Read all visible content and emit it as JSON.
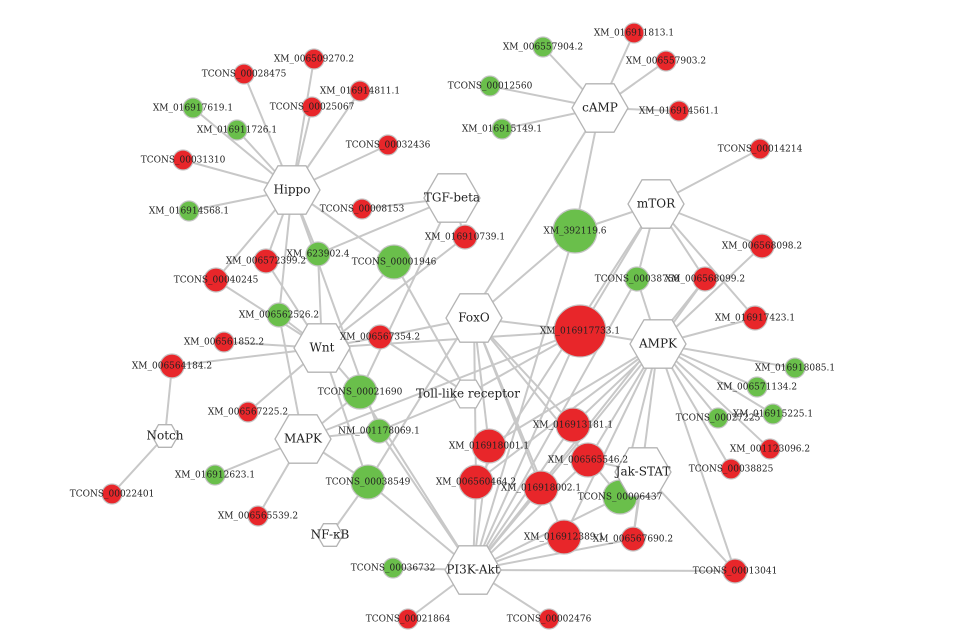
{
  "colors": {
    "up": "#e8262a",
    "down": "#6abf4b",
    "edge": "#c8c8c8",
    "pathway_border": "#b4b4b4"
  },
  "pathways": [
    {
      "id": "hippo",
      "label": "Hippo"
    },
    {
      "id": "camp",
      "label": "cAMP"
    },
    {
      "id": "mtor",
      "label": "mTOR"
    },
    {
      "id": "tgfb",
      "label": "TGF-beta"
    },
    {
      "id": "wnt",
      "label": "Wnt"
    },
    {
      "id": "foxo",
      "label": "FoxO"
    },
    {
      "id": "ampk",
      "label": "AMPK"
    },
    {
      "id": "tlr",
      "label": "Toll-like receptor"
    },
    {
      "id": "notch",
      "label": "Notch"
    },
    {
      "id": "mapk",
      "label": "MAPK"
    },
    {
      "id": "jakstat",
      "label": "Jak-STAT"
    },
    {
      "id": "nfkb",
      "label": "NF-κB"
    },
    {
      "id": "pi3k",
      "label": "PI3K-Akt"
    }
  ],
  "genes": [
    {
      "id": "g1",
      "label": "XM_006509270.2",
      "color": "red",
      "degree": 1
    },
    {
      "id": "g2",
      "label": "TCONS_00028475",
      "color": "red",
      "degree": 1
    },
    {
      "id": "g3",
      "label": "XM_016914811.1",
      "color": "red",
      "degree": 1
    },
    {
      "id": "g4",
      "label": "XM_016917619.1",
      "color": "green",
      "degree": 1
    },
    {
      "id": "g5",
      "label": "TCONS_00025067",
      "color": "red",
      "degree": 1
    },
    {
      "id": "g6",
      "label": "XM_016911726.1",
      "color": "green",
      "degree": 1
    },
    {
      "id": "g7",
      "label": "TCONS_00032436",
      "color": "red",
      "degree": 1
    },
    {
      "id": "g8",
      "label": "TCONS_00031310",
      "color": "red",
      "degree": 1
    },
    {
      "id": "g9",
      "label": "XM_016914568.1",
      "color": "green",
      "degree": 1
    },
    {
      "id": "g10",
      "label": "TCONS_00008153",
      "color": "red",
      "degree": 1
    },
    {
      "id": "g11",
      "label": "XM_016910739.1",
      "color": "red",
      "degree": 2
    },
    {
      "id": "g12",
      "label": "XM_006572399.2",
      "color": "red",
      "degree": 2
    },
    {
      "id": "g13",
      "label": "XM_623902.4",
      "color": "green",
      "degree": 2
    },
    {
      "id": "g14",
      "label": "TCONS_00001946",
      "color": "green",
      "degree": 3
    },
    {
      "id": "g15",
      "label": "TCONS_00040245",
      "color": "red",
      "degree": 2
    },
    {
      "id": "g16",
      "label": "XM_006562526.2",
      "color": "green",
      "degree": 2
    },
    {
      "id": "g17",
      "label": "XM_006561852.2",
      "color": "red",
      "degree": 1
    },
    {
      "id": "g18",
      "label": "XM_006567354.2",
      "color": "red",
      "degree": 2
    },
    {
      "id": "g19",
      "label": "XM_006564184.2",
      "color": "red",
      "degree": 2
    },
    {
      "id": "g20",
      "label": "TCONS_00021690",
      "color": "green",
      "degree": 3
    },
    {
      "id": "g21",
      "label": "XM_006567225.2",
      "color": "red",
      "degree": 1
    },
    {
      "id": "g22",
      "label": "NM_001178069.1",
      "color": "green",
      "degree": 2
    },
    {
      "id": "g23",
      "label": "TCONS_00022401",
      "color": "red",
      "degree": 1
    },
    {
      "id": "g24",
      "label": "XM_016912623.1",
      "color": "green",
      "degree": 1
    },
    {
      "id": "g25",
      "label": "TCONS_00038549",
      "color": "green",
      "degree": 3
    },
    {
      "id": "g26",
      "label": "XM_006565539.2",
      "color": "red",
      "degree": 1
    },
    {
      "id": "g27",
      "label": "XM_006557904.2",
      "color": "green",
      "degree": 1
    },
    {
      "id": "g28",
      "label": "XM_016911813.1",
      "color": "red",
      "degree": 1
    },
    {
      "id": "g29",
      "label": "TCONS_00012560",
      "color": "green",
      "degree": 1
    },
    {
      "id": "g30",
      "label": "XM_006557903.2",
      "color": "red",
      "degree": 1
    },
    {
      "id": "g31",
      "label": "XM_016915149.1",
      "color": "green",
      "degree": 1
    },
    {
      "id": "g32",
      "label": "XM_016914561.1",
      "color": "red",
      "degree": 1
    },
    {
      "id": "g33",
      "label": "TCONS_00014214",
      "color": "red",
      "degree": 1
    },
    {
      "id": "g34",
      "label": "XM_392119.6",
      "color": "green",
      "degree": 5
    },
    {
      "id": "g35",
      "label": "XM_006568098.2",
      "color": "red",
      "degree": 2
    },
    {
      "id": "g36",
      "label": "TCONS_00038758",
      "color": "green",
      "degree": 2
    },
    {
      "id": "g37",
      "label": "XM_006568099.2",
      "color": "red",
      "degree": 2
    },
    {
      "id": "g38",
      "label": "XM_016917733.1",
      "color": "red",
      "degree": 6
    },
    {
      "id": "g39",
      "label": "XM_016917423.1",
      "color": "red",
      "degree": 2
    },
    {
      "id": "g40",
      "label": "XM_016918085.1",
      "color": "green",
      "degree": 1
    },
    {
      "id": "g41",
      "label": "XM_006571134.2",
      "color": "green",
      "degree": 1
    },
    {
      "id": "g42",
      "label": "TCONS_00027225",
      "color": "green",
      "degree": 1
    },
    {
      "id": "g43",
      "label": "XM_016915225.1",
      "color": "green",
      "degree": 1
    },
    {
      "id": "g44",
      "label": "XM_001123096.2",
      "color": "red",
      "degree": 1
    },
    {
      "id": "g45",
      "label": "TCONS_00038825",
      "color": "red",
      "degree": 1
    },
    {
      "id": "g46",
      "label": "XM_016913181.1",
      "color": "red",
      "degree": 3
    },
    {
      "id": "g47",
      "label": "XM_016918001.1",
      "color": "red",
      "degree": 3
    },
    {
      "id": "g48",
      "label": "XM_006565546.2",
      "color": "red",
      "degree": 3
    },
    {
      "id": "g49",
      "label": "XM_006560464.2",
      "color": "red",
      "degree": 4
    },
    {
      "id": "g50",
      "label": "XM_016918002.1",
      "color": "red",
      "degree": 3
    },
    {
      "id": "g51",
      "label": "TCONS_00006437",
      "color": "green",
      "degree": 4
    },
    {
      "id": "g52",
      "label": "XM_016912389.1",
      "color": "red",
      "degree": 3
    },
    {
      "id": "g53",
      "label": "XM_006567690.2",
      "color": "red",
      "degree": 2
    },
    {
      "id": "g54",
      "label": "TCONS_00013041",
      "color": "red",
      "degree": 2
    },
    {
      "id": "g55",
      "label": "TCONS_00036732",
      "color": "green",
      "degree": 1
    },
    {
      "id": "g56",
      "label": "TCONS_00021864",
      "color": "red",
      "degree": 1
    },
    {
      "id": "g57",
      "label": "TCONS_00002476",
      "color": "red",
      "degree": 1
    }
  ],
  "edges": [
    [
      "hippo",
      "g1"
    ],
    [
      "hippo",
      "g2"
    ],
    [
      "hippo",
      "g3"
    ],
    [
      "hippo",
      "g4"
    ],
    [
      "hippo",
      "g5"
    ],
    [
      "hippo",
      "g6"
    ],
    [
      "hippo",
      "g7"
    ],
    [
      "hippo",
      "g8"
    ],
    [
      "hippo",
      "g9"
    ],
    [
      "hippo",
      "g12"
    ],
    [
      "hippo",
      "g15"
    ],
    [
      "hippo",
      "g14"
    ],
    [
      "hippo",
      "g16"
    ],
    [
      "hippo",
      "g22"
    ],
    [
      "hippo",
      "g13"
    ],
    [
      "tgfb",
      "g10"
    ],
    [
      "tgfb",
      "g11"
    ],
    [
      "tgfb",
      "g13"
    ],
    [
      "tgfb",
      "g20"
    ],
    [
      "wnt",
      "g12"
    ],
    [
      "wnt",
      "g13"
    ],
    [
      "wnt",
      "g14"
    ],
    [
      "wnt",
      "g15"
    ],
    [
      "wnt",
      "g16"
    ],
    [
      "wnt",
      "g17"
    ],
    [
      "wnt",
      "g18"
    ],
    [
      "wnt",
      "g19"
    ],
    [
      "wnt",
      "g20"
    ],
    [
      "wnt",
      "g21"
    ],
    [
      "wnt",
      "g11"
    ],
    [
      "wnt",
      "g25"
    ],
    [
      "wnt",
      "g38"
    ],
    [
      "notch",
      "g19"
    ],
    [
      "notch",
      "g23"
    ],
    [
      "mapk",
      "g16"
    ],
    [
      "mapk",
      "g20"
    ],
    [
      "mapk",
      "g22"
    ],
    [
      "mapk",
      "g24"
    ],
    [
      "mapk",
      "g26"
    ],
    [
      "mapk",
      "g25"
    ],
    [
      "mapk",
      "g38"
    ],
    [
      "nfkb",
      "g25"
    ],
    [
      "tlr",
      "g14"
    ],
    [
      "tlr",
      "g22"
    ],
    [
      "tlr",
      "g18"
    ],
    [
      "tlr",
      "g38"
    ],
    [
      "camp",
      "g27"
    ],
    [
      "camp",
      "g28"
    ],
    [
      "camp",
      "g29"
    ],
    [
      "camp",
      "g30"
    ],
    [
      "camp",
      "g31"
    ],
    [
      "camp",
      "g32"
    ],
    [
      "camp",
      "g34"
    ],
    [
      "camp",
      "g25"
    ],
    [
      "mtor",
      "g33"
    ],
    [
      "mtor",
      "g34"
    ],
    [
      "mtor",
      "g35"
    ],
    [
      "mtor",
      "g36"
    ],
    [
      "mtor",
      "g37"
    ],
    [
      "mtor",
      "g38"
    ],
    [
      "mtor",
      "g39"
    ],
    [
      "mtor",
      "g49"
    ],
    [
      "foxo",
      "g34"
    ],
    [
      "foxo",
      "g38"
    ],
    [
      "foxo",
      "g18"
    ],
    [
      "foxo",
      "g46"
    ],
    [
      "foxo",
      "g47"
    ],
    [
      "foxo",
      "g49"
    ],
    [
      "foxo",
      "g50"
    ],
    [
      "foxo",
      "g51"
    ],
    [
      "foxo",
      "g52"
    ],
    [
      "ampk",
      "g35"
    ],
    [
      "ampk",
      "g36"
    ],
    [
      "ampk",
      "g37"
    ],
    [
      "ampk",
      "g38"
    ],
    [
      "ampk",
      "g39"
    ],
    [
      "ampk",
      "g40"
    ],
    [
      "ampk",
      "g41"
    ],
    [
      "ampk",
      "g42"
    ],
    [
      "ampk",
      "g43"
    ],
    [
      "ampk",
      "g44"
    ],
    [
      "ampk",
      "g45"
    ],
    [
      "ampk",
      "g46"
    ],
    [
      "ampk",
      "g47"
    ],
    [
      "ampk",
      "g48"
    ],
    [
      "ampk",
      "g49"
    ],
    [
      "ampk",
      "g50"
    ],
    [
      "ampk",
      "g51"
    ],
    [
      "ampk",
      "g52"
    ],
    [
      "ampk",
      "g53"
    ],
    [
      "ampk",
      "g54"
    ],
    [
      "jakstat",
      "g48"
    ],
    [
      "jakstat",
      "g51"
    ],
    [
      "jakstat",
      "g53"
    ],
    [
      "jakstat",
      "g54"
    ],
    [
      "pi3k",
      "g20"
    ],
    [
      "pi3k",
      "g34"
    ],
    [
      "pi3k",
      "g38"
    ],
    [
      "pi3k",
      "g46"
    ],
    [
      "pi3k",
      "g47"
    ],
    [
      "pi3k",
      "g48"
    ],
    [
      "pi3k",
      "g49"
    ],
    [
      "pi3k",
      "g50"
    ],
    [
      "pi3k",
      "g51"
    ],
    [
      "pi3k",
      "g52"
    ],
    [
      "pi3k",
      "g53"
    ],
    [
      "pi3k",
      "g54"
    ],
    [
      "pi3k",
      "g55"
    ],
    [
      "pi3k",
      "g56"
    ],
    [
      "pi3k",
      "g57"
    ],
    [
      "pi3k",
      "g25"
    ],
    [
      "pi3k",
      "g22"
    ],
    [
      "pi3k",
      "g36"
    ],
    [
      "pi3k",
      "g37"
    ]
  ]
}
